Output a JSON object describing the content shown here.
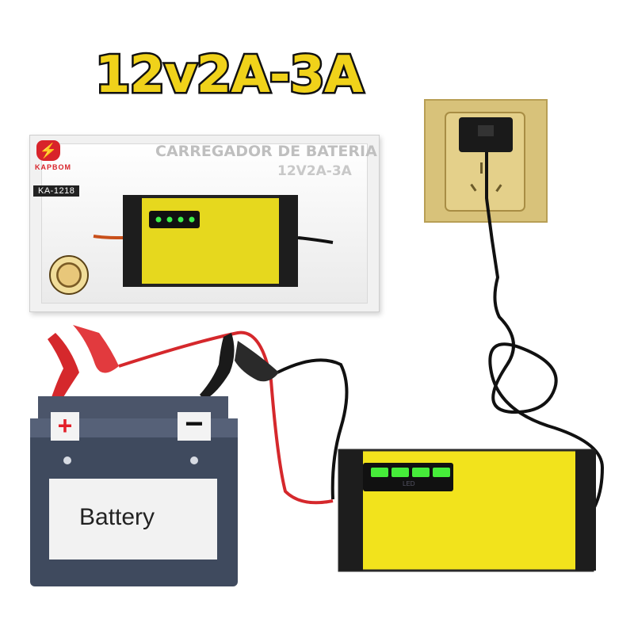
{
  "headline": "12v2A-3A",
  "box": {
    "brand": "KAPBOM",
    "model": "KA-1218",
    "title": "CARREGADOR DE BATERIA",
    "subtitle": "12V2A-3A"
  },
  "charger": {
    "led_label": "LED"
  },
  "battery": {
    "label": "Battery",
    "plus": "+",
    "minus": "−"
  },
  "colors": {
    "charger_yellow": "#f2e31c",
    "cable_red": "#d5282c",
    "cable_black": "#111111",
    "headline_yellow": "#f0d21a",
    "outlet_gold": "#d8c27a",
    "battery_body": "#3f4a5e"
  },
  "icons": {
    "brand": "lightning-logo-icon",
    "seal": "premium-quality-seal-icon"
  }
}
